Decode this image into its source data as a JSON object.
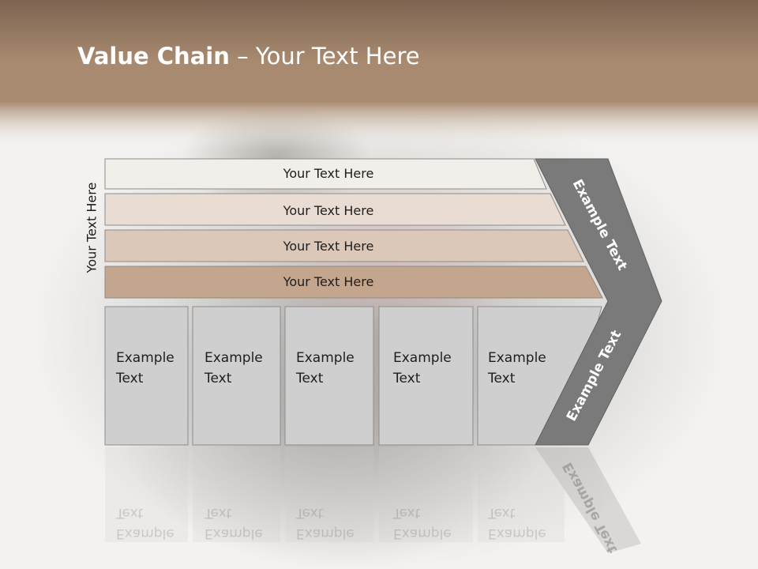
{
  "title": {
    "bold": "Value Chain",
    "rest": " – Your Text Here"
  },
  "side_label": "Your Text Here",
  "bars": [
    {
      "label": "Your Text Here",
      "color": "#f2eeea"
    },
    {
      "label": "Your Text Here",
      "color": "#e9ddd3"
    },
    {
      "label": "Your Text Here",
      "color": "#dcc8b8"
    },
    {
      "label": "Your Text Here",
      "color": "#c4a58d"
    }
  ],
  "boxes": [
    {
      "line1": "Example",
      "line2": "Text"
    },
    {
      "line1": "Example",
      "line2": "Text"
    },
    {
      "line1": "Example",
      "line2": "Text"
    },
    {
      "line1": "Example",
      "line2": "Text"
    },
    {
      "line1": "Example",
      "line2": "Text"
    }
  ],
  "chevron": {
    "upper": "Example Text",
    "lower": "Example Text",
    "color": "#7a7a7a"
  },
  "colors": {
    "header": "#a8866a",
    "box": "#cfcfcf",
    "box_border": "#8c8c8c"
  }
}
